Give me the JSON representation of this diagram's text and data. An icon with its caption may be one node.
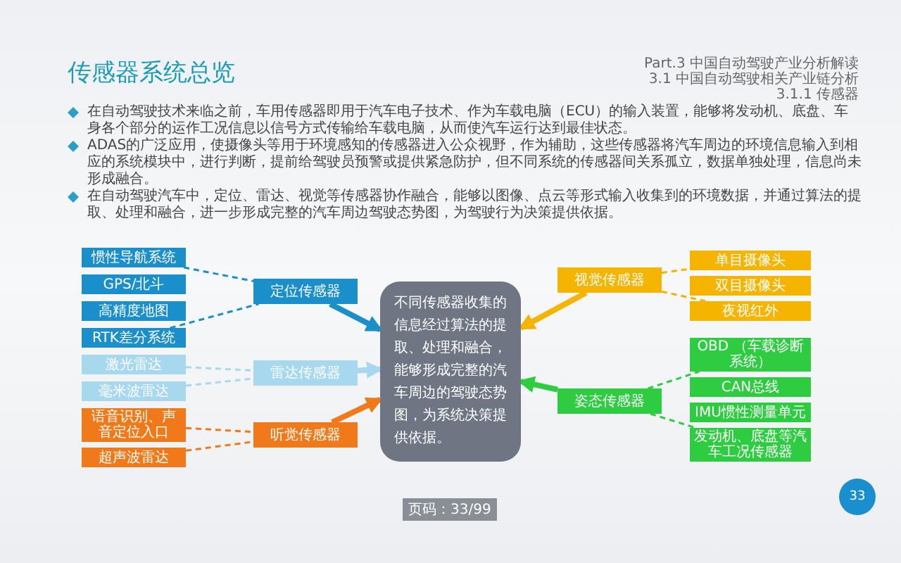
{
  "diagram": {
    "title": "传感器系统总览",
    "nodes": [
      {
        "text": [
          "惯性导航系统"
        ]
      },
      {
        "text": [
          "GPS/北斗"
        ]
      },
      {
        "text": [
          "高精度地图"
        ]
      },
      {
        "text": [
          "RTK差分系统"
        ]
      },
      {
        "text": [
          "定位传感器"
        ]
      },
      {
        "text": [
          "激光雷达"
        ]
      },
      {
        "text": [
          "毫米波雷达"
        ]
      },
      {
        "text": [
          "语音识别、声音定位入口"
        ]
      },
      {
        "text": [
          "超声波雷达"
        ]
      },
      {
        "text": [
          "雷达传感器"
        ]
      },
      {
        "text": [
          "听觉传感器"
        ]
      },
      {
        "text": [
          "不同传感器收集的信息经过算法的提取、处理和融合，能够形成完整的汽车周边的驾驶态势图，为系统决策提供依据。"
        ]
      },
      {
        "text": [
          "视觉传感器"
        ]
      },
      {
        "text": [
          "单目摄像头"
        ]
      },
      {
        "text": [
          "双目摄像头"
        ]
      },
      {
        "text": [
          "夜视红外"
        ]
      },
      {
        "text": [
          "姿态传感器"
        ]
      },
      {
        "text": [
          "OBD （车载诊断系统）"
        ]
      },
      {
        "text": [
          "CAN总线"
        ]
      },
      {
        "text": [
          "IMU惯性测量单元"
        ]
      },
      {
        "text": [
          "发动机、底盘等汽车工况传感器"
        ]
      }
    ],
    "edges": [
      {
        "from": 0,
        "to": 4,
        "arrow": "none",
        "style": "dashed",
        "color": "#1a8fc9"
      },
      {
        "from": 3,
        "to": 4,
        "arrow": "none",
        "style": "dashed",
        "color": "#1a8fc9"
      },
      {
        "from": 5,
        "to": 9,
        "arrow": "none",
        "style": "dashed",
        "color": "#a8d8ee"
      },
      {
        "from": 6,
        "to": 9,
        "arrow": "none",
        "style": "dashed",
        "color": "#a8d8ee"
      },
      {
        "from": 7,
        "to": 10,
        "arrow": "none",
        "style": "dashed",
        "color": "#f07a1a"
      },
      {
        "from": 8,
        "to": 10,
        "arrow": "none",
        "style": "dashed",
        "color": "#f07a1a"
      },
      {
        "from": 4,
        "to": 11,
        "arrow": "to",
        "style": "thick",
        "color": "#1a8fc9"
      },
      {
        "from": 9,
        "to": 11,
        "arrow": "to",
        "style": "thick",
        "color": "#a8d8ee"
      },
      {
        "from": 10,
        "to": 11,
        "arrow": "to",
        "style": "thick",
        "color": "#f07a1a"
      },
      {
        "from": 12,
        "to": 11,
        "arrow": "to",
        "style": "thick",
        "color": "#f5b400"
      },
      {
        "from": 16,
        "to": 11,
        "arrow": "to",
        "style": "thick",
        "color": "#2ecc40"
      },
      {
        "from": 12,
        "to": 13,
        "arrow": "none",
        "style": "dashed",
        "color": "#f5b400"
      },
      {
        "from": 12,
        "to": 15,
        "arrow": "none",
        "style": "dashed",
        "color": "#f5b400"
      },
      {
        "from": 16,
        "to": 17,
        "arrow": "none",
        "style": "dashed",
        "color": "#2ecc40"
      },
      {
        "from": 16,
        "to": 20,
        "arrow": "none",
        "style": "dashed",
        "color": "#2ecc40"
      }
    ],
    "labels": [
      "Part.3 中国自动驾驶产业分析解读",
      "3.1 中国自动驾驶相关产业链分析",
      "3.1.1 传感器",
      "在自动驾驶技术来临之前，车用传感器即用于汽车电子技术、作为车载电脑（ECU）的输入装置，能够将发动机、底盘、车身各个部分的运作工况信息以信号方式传输给车载电脑，从而使汽车运行达到最佳状态。",
      "ADAS的广泛应用，使摄像头等用于环境感知的传感器进入公众视野，作为辅助，这些传感器将汽车周边的环境信息输入到相应的系统模块中，进行判断，提前给驾驶员预警或提供紧急防护，但不同系统的传感器间关系孤立，数据单独处理，信息尚未形成融合。",
      "在自动驾驶汽车中，定位、雷达、视觉等传感器协作融合，能够以图像、点云等形式输入收集到的环境数据，并通过算法的提取、处理和融合，进一步形成完整的汽车周边驾驶态势图，为驾驶行为决策提供依据。",
      "页码：33/99",
      "33"
    ]
  }
}
